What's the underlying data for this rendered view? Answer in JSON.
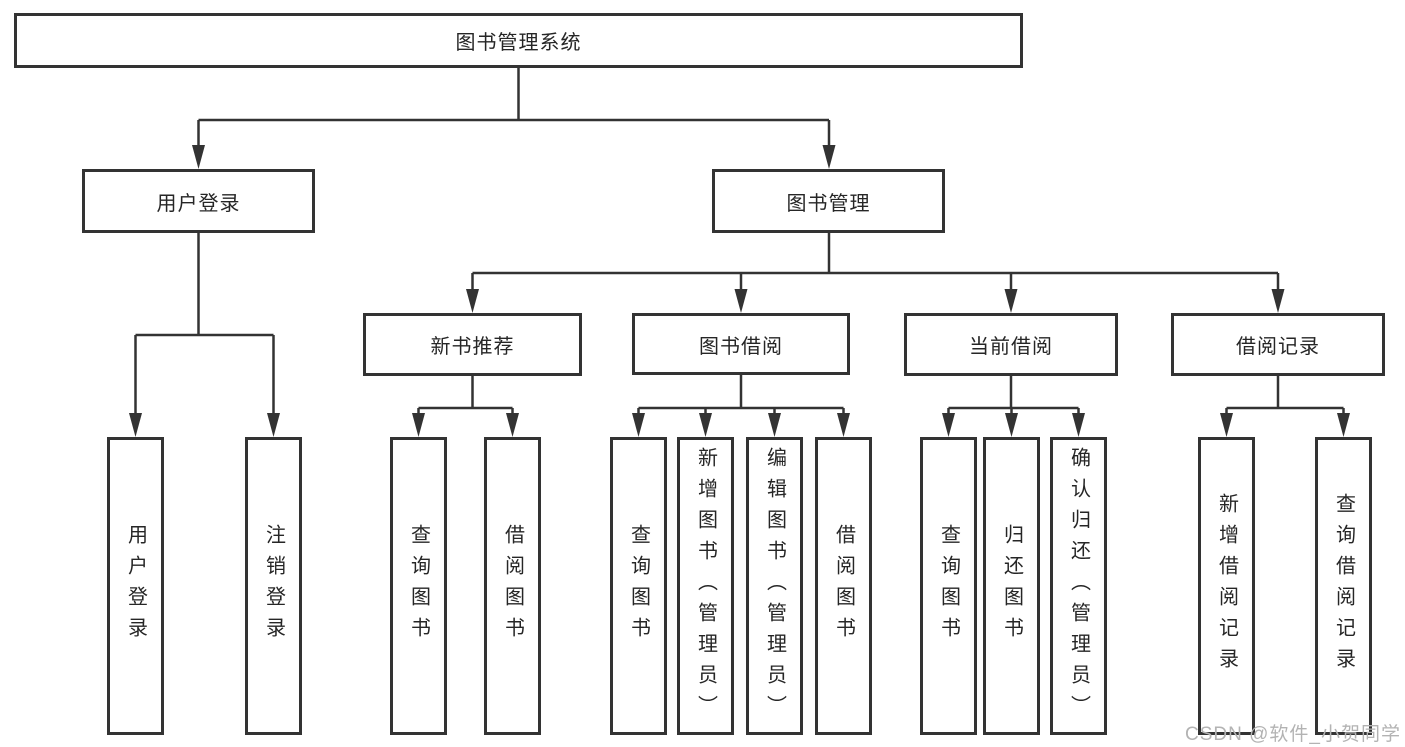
{
  "diagram": {
    "title": "图书管理系统",
    "root": {
      "label": "图书管理系统"
    },
    "level2": [
      {
        "label": "用户登录"
      },
      {
        "label": "图书管理"
      }
    ],
    "level3": [
      {
        "label": "新书推荐",
        "parent": "图书管理"
      },
      {
        "label": "图书借阅",
        "parent": "图书管理"
      },
      {
        "label": "当前借阅",
        "parent": "图书管理"
      },
      {
        "label": "借阅记录",
        "parent": "图书管理"
      }
    ],
    "leaves": [
      {
        "label": "用户登录",
        "parent": "用户登录"
      },
      {
        "label": "注销登录",
        "parent": "用户登录"
      },
      {
        "label": "查询图书",
        "parent": "新书推荐"
      },
      {
        "label": "借阅图书",
        "parent": "新书推荐"
      },
      {
        "label": "查询图书",
        "parent": "图书借阅"
      },
      {
        "label": "新增图书（管理员）",
        "parent": "图书借阅"
      },
      {
        "label": "编辑图书（管理员）",
        "parent": "图书借阅"
      },
      {
        "label": "借阅图书",
        "parent": "图书借阅"
      },
      {
        "label": "查询图书",
        "parent": "当前借阅"
      },
      {
        "label": "归还图书",
        "parent": "当前借阅"
      },
      {
        "label": "确认归还（管理员）",
        "parent": "当前借阅"
      },
      {
        "label": "新增借阅记录",
        "parent": "借阅记录"
      },
      {
        "label": "查询借阅记录",
        "parent": "借阅记录"
      }
    ],
    "watermark": "CSDN @软件_小贺同学",
    "colors": {
      "line": "#333333",
      "text": "#262626",
      "background": "#ffffff",
      "watermark": "#b3b3b3"
    }
  }
}
